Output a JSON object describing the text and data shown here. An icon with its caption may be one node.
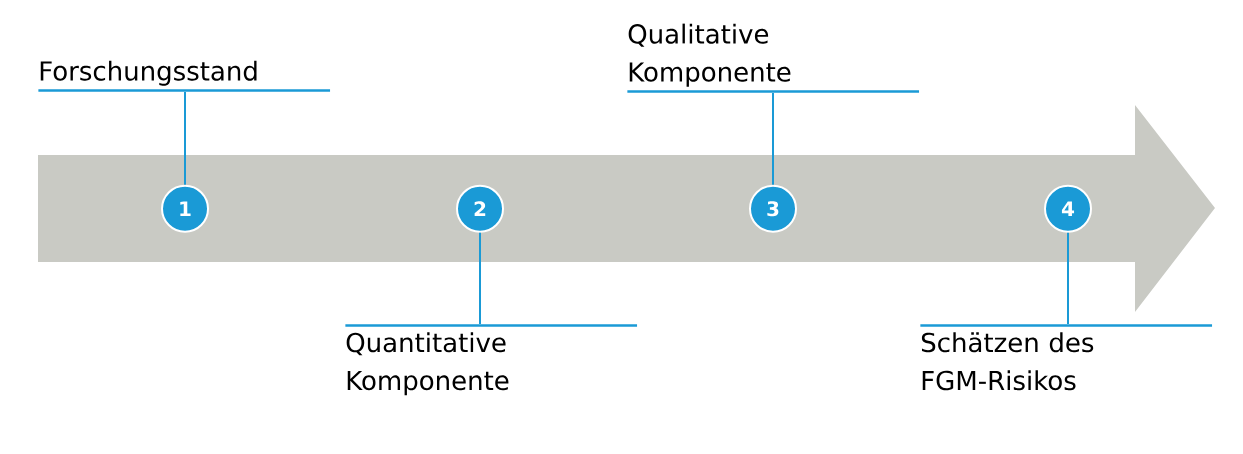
{
  "diagram": {
    "nodes": [
      {
        "text": [],
        "shape": "arrow"
      },
      {
        "text": [
          "Forschungsstand"
        ]
      },
      {
        "text": [
          "Qualitative Komponente"
        ]
      },
      {
        "text": [
          "1"
        ],
        "in": 0
      },
      {
        "text": [
          "2"
        ],
        "in": 0
      },
      {
        "text": [
          "3"
        ],
        "in": 0
      },
      {
        "text": [
          "4"
        ],
        "in": 0
      },
      {
        "text": [
          "Quantitative Komponente"
        ]
      },
      {
        "text": [
          "Schätzen des FGM-Risikos"
        ]
      }
    ],
    "edges": [
      {
        "from": 3,
        "to": 1,
        "arrow": "none"
      },
      {
        "from": 5,
        "to": 2,
        "arrow": "none"
      },
      {
        "from": 4,
        "to": 7,
        "arrow": "none"
      },
      {
        "from": 6,
        "to": 8,
        "arrow": "none"
      }
    ]
  }
}
